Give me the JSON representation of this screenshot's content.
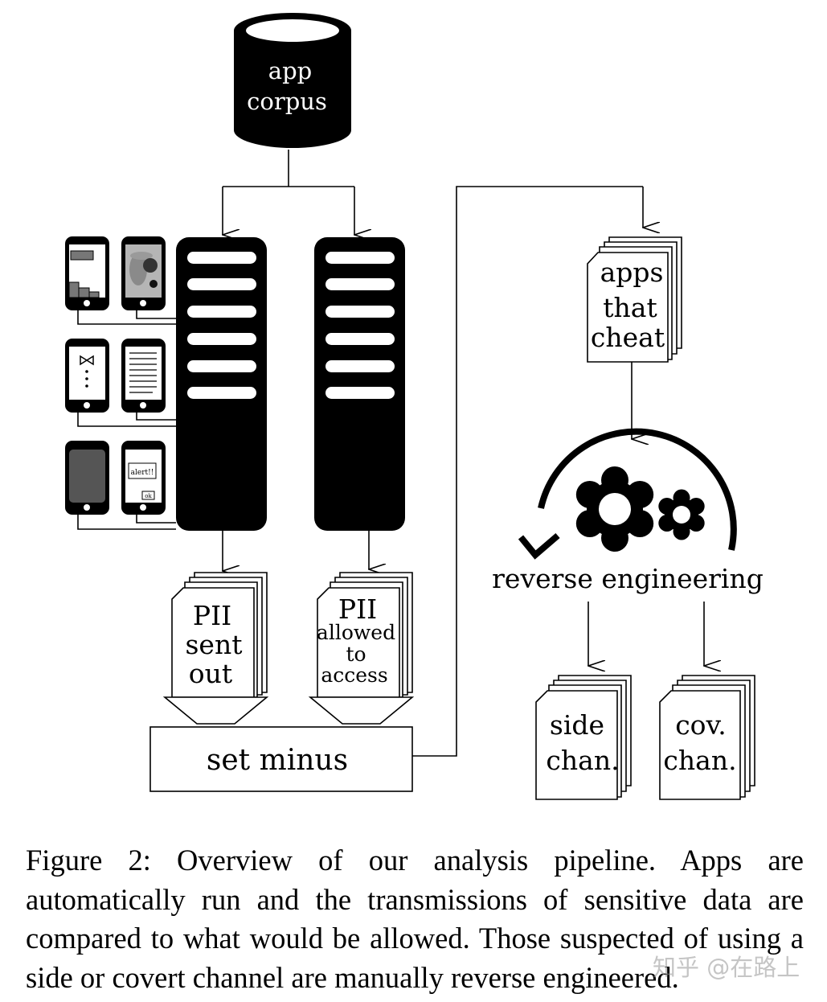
{
  "corpus": {
    "line1": "app",
    "line2": "corpus"
  },
  "pii_sent": {
    "line1": "PII",
    "line2": "sent",
    "line3": "out"
  },
  "pii_allowed": {
    "line1": "PII",
    "line2": "allowed",
    "line3": "to",
    "line4": "access"
  },
  "set_minus": "set minus",
  "cheat": {
    "line1": "apps",
    "line2": "that",
    "line3": "cheat"
  },
  "reverse_engineering": "reverse engineering",
  "side_channel": {
    "line1": "side",
    "line2": "chan."
  },
  "covert_channel": {
    "line1": "cov.",
    "line2": "chan."
  },
  "phone_alert": {
    "alert": "alert!!",
    "ok": "ok"
  },
  "caption": "Figure 2: Overview of our analysis pipeline. Apps are automatically run and the transmissions of sensitive data are compared to what would be allowed. Those suspected of using a side or covert channel are manually reverse engineered.",
  "watermark": "知乎 @在路上",
  "icons": [
    "database-icon",
    "server-icon",
    "phone-icon",
    "document-stack-icon",
    "gears-icon",
    "circular-arrow-icon",
    "funnel-icon"
  ]
}
